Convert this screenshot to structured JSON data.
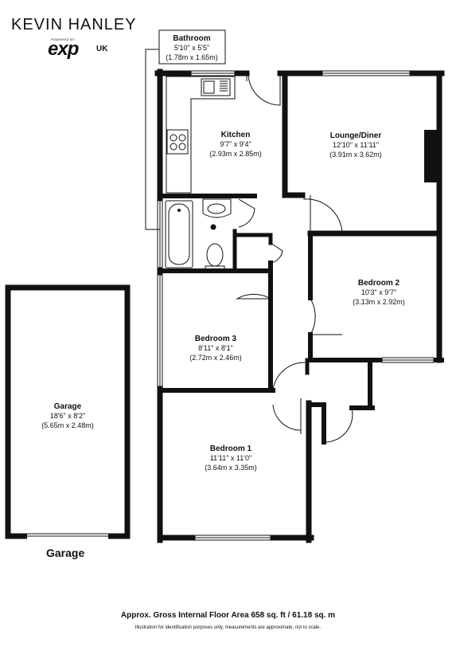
{
  "brand": {
    "name": "KEVIN HANLEY",
    "exp_small": "POWERED BY",
    "exp": "exp",
    "region": "UK"
  },
  "rooms": {
    "bathroom": {
      "name": "Bathroom",
      "dim_imperial": "5'10\" x 5'5\"",
      "dim_metric": "(1.78m x 1.65m)"
    },
    "kitchen": {
      "name": "Kitchen",
      "dim_imperial": "9'7\" x 9'4\"",
      "dim_metric": "(2.93m x 2.85m)"
    },
    "lounge": {
      "name": "Lounge/Diner",
      "dim_imperial": "12'10\" x 11'11\"",
      "dim_metric": "(3.91m x 3.62m)"
    },
    "bedroom2": {
      "name": "Bedroom 2",
      "dim_imperial": "10'3\" x 9'7\"",
      "dim_metric": "(3.13m x 2.92m)"
    },
    "bedroom3": {
      "name": "Bedroom 3",
      "dim_imperial": "8'11\" x 8'1\"",
      "dim_metric": "(2.72m x 2.46m)"
    },
    "bedroom1": {
      "name": "Bedroom 1",
      "dim_imperial": "11'11\" x 11'0\"",
      "dim_metric": "(3.64m x 3.35m)"
    },
    "garage": {
      "name": "Garage",
      "dim_imperial": "18'6\" x 8'2\"",
      "dim_metric": "(5.65m x 2.48m)"
    }
  },
  "garage_caption": "Garage",
  "area_note": "Approx. Gross Internal Floor Area 658 sq. ft / 61.18 sq. m",
  "disclaimer": "Illustration for identification purposes only, measurements are approximate, not to scale.",
  "colors": {
    "wall": "#111111",
    "background": "#ffffff"
  }
}
